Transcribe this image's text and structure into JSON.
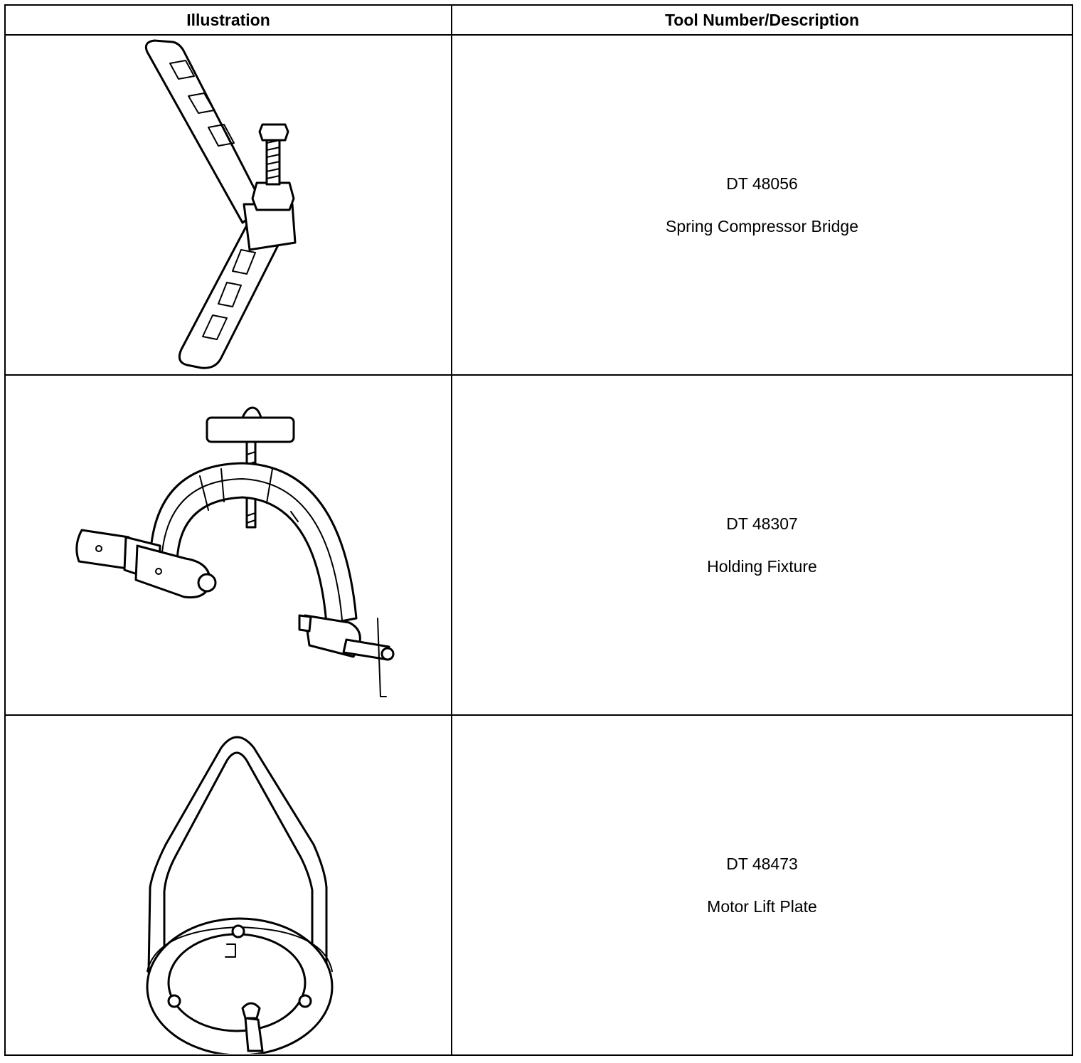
{
  "table": {
    "headers": {
      "illustration": "Illustration",
      "tool": "Tool Number/Description"
    },
    "rows": [
      {
        "number": "DT 48056",
        "description": "Spring Compressor Bridge",
        "icon": "spring-compressor-bridge-icon"
      },
      {
        "number": "DT 48307",
        "description": "Holding Fixture",
        "icon": "holding-fixture-icon"
      },
      {
        "number": "DT 48473",
        "description": "Motor Lift Plate",
        "icon": "motor-lift-plate-icon"
      }
    ]
  }
}
